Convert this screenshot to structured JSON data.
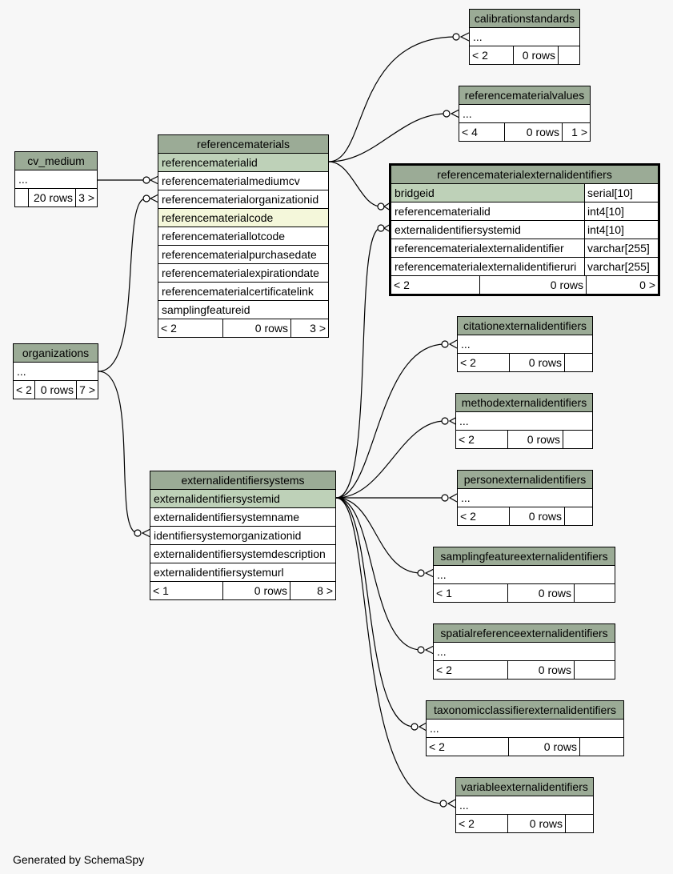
{
  "footer_text": "Generated by SchemaSpy",
  "tables": {
    "calibrationstandards": {
      "title": "calibrationstandards",
      "rows": [
        "..."
      ],
      "footer": [
        "< 2",
        "0 rows",
        ""
      ]
    },
    "referencematerialvalues": {
      "title": "referencematerialvalues",
      "rows": [
        "..."
      ],
      "footer": [
        "< 4",
        "0 rows",
        "1 >"
      ]
    },
    "cv_medium": {
      "title": "cv_medium",
      "rows": [
        "..."
      ],
      "footer": [
        "",
        "20 rows",
        "3 >"
      ]
    },
    "referencematerials": {
      "title": "referencematerials",
      "rows": [
        "referencematerialid",
        "referencematerialmediumcv",
        "referencematerialorganizationid",
        "referencematerialcode",
        "referencemateriallotcode",
        "referencematerialpurchasedate",
        "referencematerialexpirationdate",
        "referencematerialcertificatelink",
        "samplingfeatureid"
      ],
      "footer": [
        "< 2",
        "0 rows",
        "3 >"
      ]
    },
    "referencematerialexternalidentifiers": {
      "title": "referencematerialexternalidentifiers",
      "rows": [
        {
          "name": "bridgeid",
          "type": "serial[10]"
        },
        {
          "name": "referencematerialid",
          "type": "int4[10]"
        },
        {
          "name": "externalidentifiersystemid",
          "type": "int4[10]"
        },
        {
          "name": "referencematerialexternalidentifier",
          "type": "varchar[255]"
        },
        {
          "name": "referencematerialexternalidentifieruri",
          "type": "varchar[255]"
        }
      ],
      "footer": [
        "< 2",
        "0 rows",
        "0 >"
      ]
    },
    "organizations": {
      "title": "organizations",
      "rows": [
        "..."
      ],
      "footer": [
        "< 2",
        "0 rows",
        "7 >"
      ]
    },
    "citationexternalidentifiers": {
      "title": "citationexternalidentifiers",
      "rows": [
        "..."
      ],
      "footer": [
        "< 2",
        "0 rows",
        ""
      ]
    },
    "methodexternalidentifiers": {
      "title": "methodexternalidentifiers",
      "rows": [
        "..."
      ],
      "footer": [
        "< 2",
        "0 rows",
        ""
      ]
    },
    "personexternalidentifiers": {
      "title": "personexternalidentifiers",
      "rows": [
        "..."
      ],
      "footer": [
        "< 2",
        "0 rows",
        ""
      ]
    },
    "externalidentifiersystems": {
      "title": "externalidentifiersystems",
      "rows": [
        "externalidentifiersystemid",
        "externalidentifiersystemname",
        "identifiersystemorganizationid",
        "externalidentifiersystemdescription",
        "externalidentifiersystemurl"
      ],
      "footer": [
        "< 1",
        "0 rows",
        "8 >"
      ]
    },
    "samplingfeatureexternalidentifiers": {
      "title": "samplingfeatureexternalidentifiers",
      "rows": [
        "..."
      ],
      "footer": [
        "< 1",
        "0 rows",
        ""
      ]
    },
    "spatialreferenceexternalidentifiers": {
      "title": "spatialreferenceexternalidentifiers",
      "rows": [
        "..."
      ],
      "footer": [
        "< 2",
        "0 rows",
        ""
      ]
    },
    "taxonomicclassifierexternalidentifiers": {
      "title": "taxonomicclassifierexternalidentifiers",
      "rows": [
        "..."
      ],
      "footer": [
        "< 2",
        "0 rows",
        ""
      ]
    },
    "variableexternalidentifiers": {
      "title": "variableexternalidentifiers",
      "rows": [
        "..."
      ],
      "footer": [
        "< 2",
        "0 rows",
        ""
      ]
    }
  }
}
